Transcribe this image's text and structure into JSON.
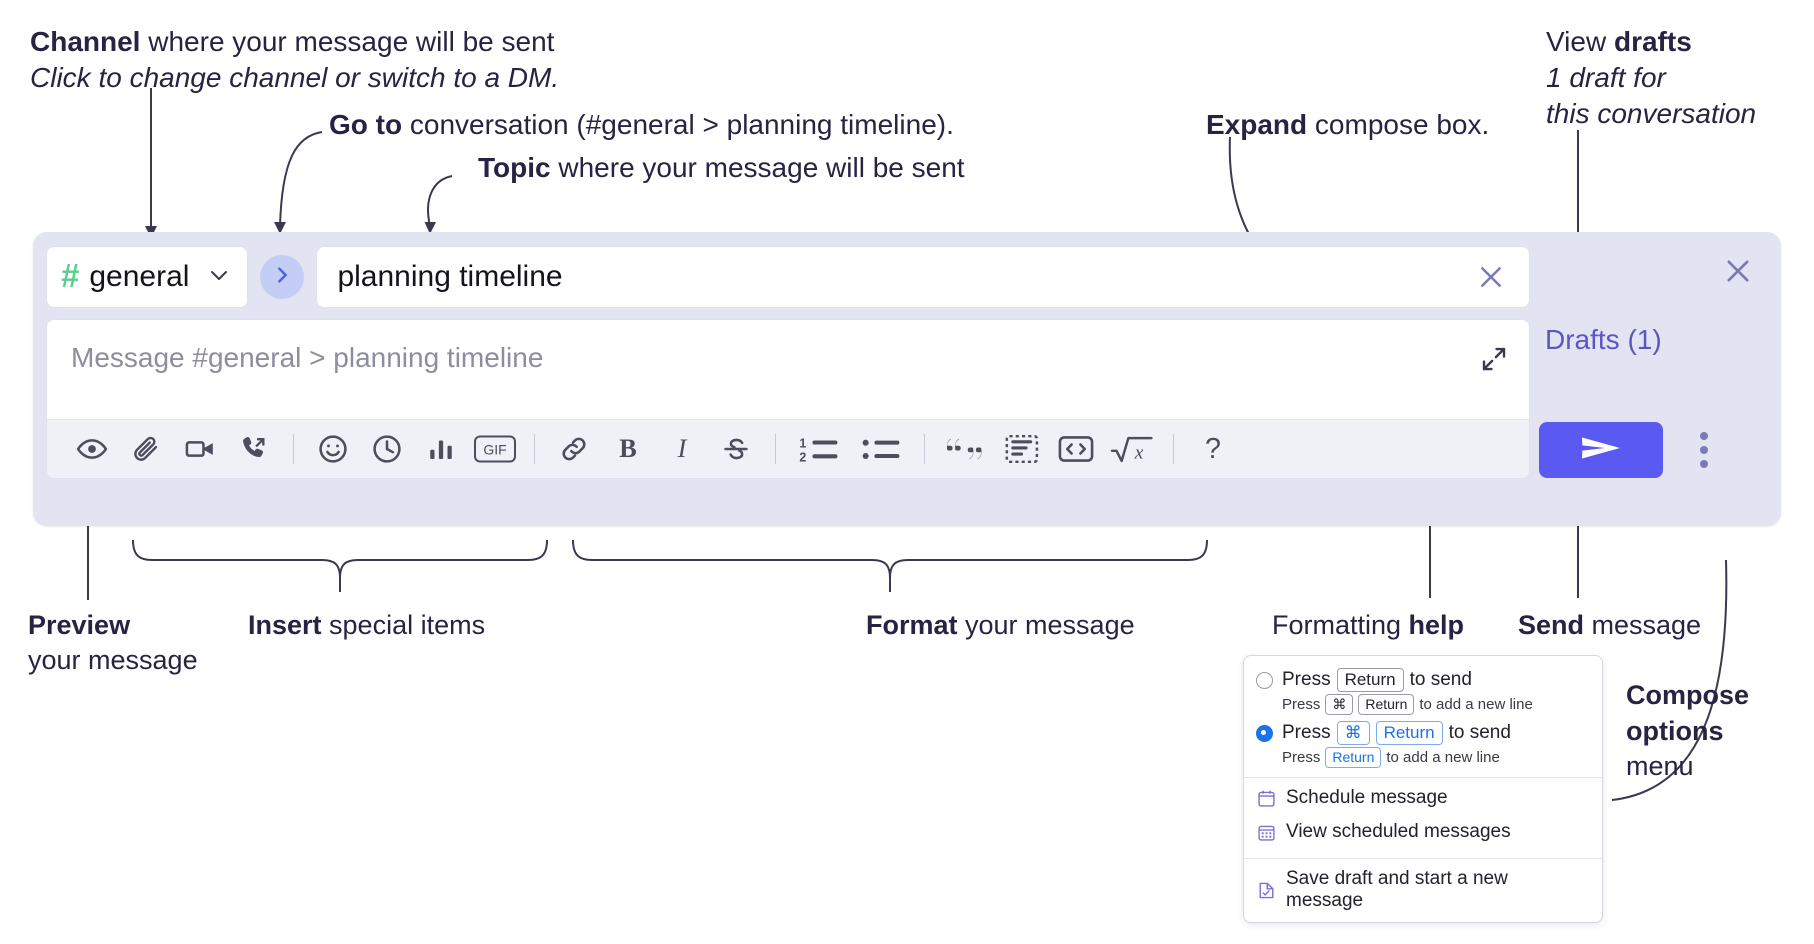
{
  "annotations": {
    "channel": {
      "bold": "Channel",
      "rest": " where your message will be sent",
      "italic": "Click to change channel or switch to a DM."
    },
    "goto": {
      "bold": "Go to",
      "rest": " conversation (#general > planning timeline)."
    },
    "topic": {
      "bold": "Topic",
      "rest": " where your message will be sent"
    },
    "expand": {
      "bold": "Expand",
      "rest": " compose box."
    },
    "drafts": {
      "plain": "View ",
      "bold": "drafts",
      "italic1": "1 draft for",
      "italic2": "this conversation"
    },
    "preview": {
      "bold": "Preview",
      "line2": "your message"
    },
    "insert": {
      "bold": "Insert",
      "rest": " special items"
    },
    "format": {
      "bold": "Format",
      "rest": " your message"
    },
    "help": {
      "plain": "Formatting ",
      "bold": "help"
    },
    "send": {
      "bold": "Send",
      "rest": " message"
    },
    "compose_options": {
      "bold1": "Compose",
      "bold2": "options",
      "plain": "menu"
    }
  },
  "compose": {
    "channel": {
      "hash": "#",
      "name": "general",
      "chevron_icon": "chevron-down-icon"
    },
    "goto_icon": "chevron-right-icon",
    "topic": {
      "value": "planning timeline",
      "clear_icon": "close-icon"
    },
    "message": {
      "placeholder": "Message #general > planning timeline",
      "expand_icon": "expand-diagonal-icon"
    },
    "toolbar": [
      {
        "name": "preview-icon",
        "label": "Preview"
      },
      {
        "name": "attachment-icon",
        "label": "Attach file"
      },
      {
        "name": "video-icon",
        "label": "Record video"
      },
      {
        "name": "call-icon",
        "label": "Start call"
      },
      {
        "name": "separator",
        "label": ""
      },
      {
        "name": "emoji-icon",
        "label": "Emoji"
      },
      {
        "name": "clock-icon",
        "label": "Reminder"
      },
      {
        "name": "poll-icon",
        "label": "Poll"
      },
      {
        "name": "gif-icon",
        "label": "GIF"
      },
      {
        "name": "separator",
        "label": ""
      },
      {
        "name": "link-icon",
        "label": "Link"
      },
      {
        "name": "bold-icon",
        "label": "Bold"
      },
      {
        "name": "italic-icon",
        "label": "Italic"
      },
      {
        "name": "strikethrough-icon",
        "label": "Strikethrough"
      },
      {
        "name": "separator",
        "label": ""
      },
      {
        "name": "ordered-list-icon",
        "label": "Numbered list"
      },
      {
        "name": "bulleted-list-icon",
        "label": "Bulleted list"
      },
      {
        "name": "separator",
        "label": ""
      },
      {
        "name": "blockquote-icon",
        "label": "Quote"
      },
      {
        "name": "spoiler-icon",
        "label": "Spoiler"
      },
      {
        "name": "code-icon",
        "label": "Code"
      },
      {
        "name": "math-icon",
        "label": "Math"
      },
      {
        "name": "separator",
        "label": ""
      },
      {
        "name": "help-icon",
        "label": "?"
      }
    ],
    "right": {
      "close_icon": "close-icon",
      "drafts_label": "Drafts (1)",
      "send_icon": "send-paper-plane-icon",
      "kebab_icon": "vertical-ellipsis-icon"
    }
  },
  "popup": {
    "options": [
      {
        "selected": false,
        "main_prefix": "Press",
        "main_keys": [
          "Return"
        ],
        "main_suffix": "to send",
        "sub_prefix": "Press",
        "sub_keys": [
          "⌘",
          "Return"
        ],
        "sub_suffix": "to add a new line"
      },
      {
        "selected": true,
        "main_prefix": "Press",
        "main_keys": [
          "⌘",
          "Return"
        ],
        "main_suffix": "to send",
        "sub_prefix": "Press",
        "sub_keys": [
          "Return"
        ],
        "sub_suffix": "to add a new line"
      }
    ],
    "menu_items": [
      {
        "icon": "calendar-schedule-icon",
        "label": "Schedule message"
      },
      {
        "icon": "calendar-grid-icon",
        "label": "View scheduled messages"
      },
      {
        "icon": "save-draft-icon",
        "label": "Save draft and start a new message",
        "after_divider": true
      }
    ]
  },
  "colors": {
    "panel_bg": "#e2e4f1",
    "accent_send": "#5a5af2",
    "drafts_text": "#5b56c6",
    "hash_green": "#5bcd8e",
    "goto_circle": "#c3cdf6",
    "radio_blue": "#1a73e8"
  }
}
